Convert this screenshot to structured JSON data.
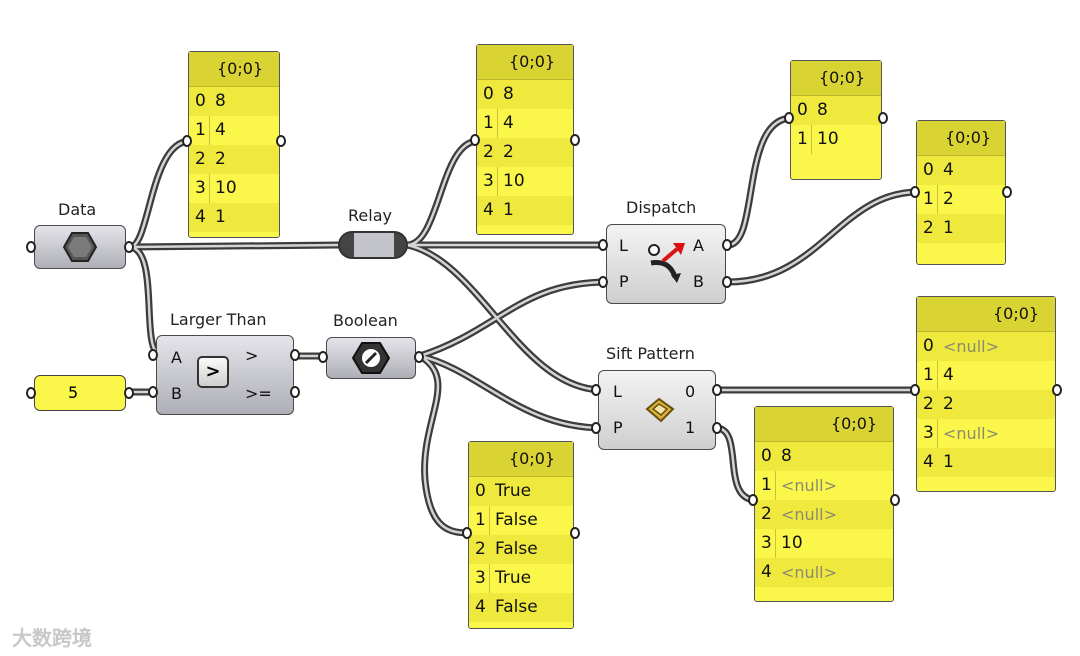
{
  "components": {
    "data": {
      "title": "Data"
    },
    "relay": {
      "title": "Relay"
    },
    "dispatch": {
      "title": "Dispatch",
      "in_l": "L",
      "in_p": "P",
      "out_a": "A",
      "out_b": "B"
    },
    "larger_than": {
      "title": "Larger Than",
      "in_a": "A",
      "in_b": "B",
      "out_gt": ">",
      "out_gte": ">=",
      "icon": ">"
    },
    "boolean": {
      "title": "Boolean"
    },
    "sift_pattern": {
      "title": "Sift Pattern",
      "in_l": "L",
      "in_p": "P",
      "out_0": "0",
      "out_1": "1"
    },
    "number_slider": {
      "value": "5"
    }
  },
  "panels": {
    "data_panel": {
      "header": "{0;0}",
      "rows": [
        [
          "0",
          "8"
        ],
        [
          "1",
          "4"
        ],
        [
          "2",
          "2"
        ],
        [
          "3",
          "10"
        ],
        [
          "4",
          "1"
        ]
      ]
    },
    "relay_panel": {
      "header": "{0;0}",
      "rows": [
        [
          "0",
          "8"
        ],
        [
          "1",
          "4"
        ],
        [
          "2",
          "2"
        ],
        [
          "3",
          "10"
        ],
        [
          "4",
          "1"
        ]
      ]
    },
    "dispatch_a_panel": {
      "header": "{0;0}",
      "rows": [
        [
          "0",
          "8"
        ],
        [
          "1",
          "10"
        ]
      ]
    },
    "dispatch_b_panel": {
      "header": "{0;0}",
      "rows": [
        [
          "0",
          "4"
        ],
        [
          "1",
          "2"
        ],
        [
          "2",
          "1"
        ]
      ]
    },
    "sift_0_panel": {
      "header": "{0;0}",
      "rows": [
        [
          "0",
          "<null>"
        ],
        [
          "1",
          "4"
        ],
        [
          "2",
          "2"
        ],
        [
          "3",
          "<null>"
        ],
        [
          "4",
          "1"
        ]
      ]
    },
    "sift_1_panel": {
      "header": "{0;0}",
      "rows": [
        [
          "0",
          "8"
        ],
        [
          "1",
          "<null>"
        ],
        [
          "2",
          "<null>"
        ],
        [
          "3",
          "10"
        ],
        [
          "4",
          "<null>"
        ]
      ]
    },
    "boolean_panel": {
      "header": "{0;0}",
      "rows": [
        [
          "0",
          "True"
        ],
        [
          "1",
          "False"
        ],
        [
          "2",
          "False"
        ],
        [
          "3",
          "True"
        ],
        [
          "4",
          "False"
        ]
      ]
    }
  },
  "watermark": "大数跨境"
}
